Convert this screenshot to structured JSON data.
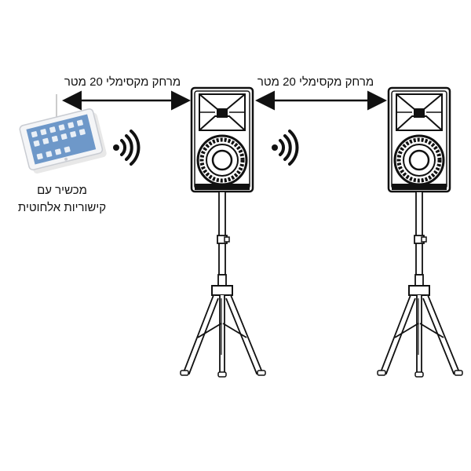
{
  "labels": {
    "distance_left": "מרחק מקסימלי 20 מטר",
    "distance_right": "מרחק מקסימלי 20 מטר",
    "device_line1": "מכשיר עם",
    "device_line2": "קישוריות אלחוטית"
  },
  "colors": {
    "ink": "#111111",
    "tablet_frame": "#c9ccd2",
    "tablet_screen": "#6e98c9",
    "tablet_shadow": "#e6e6e6"
  },
  "icons": [
    "tablet-icon",
    "wireless-signal-icon",
    "speaker-icon",
    "tripod-stand-icon",
    "double-arrow-icon"
  ]
}
